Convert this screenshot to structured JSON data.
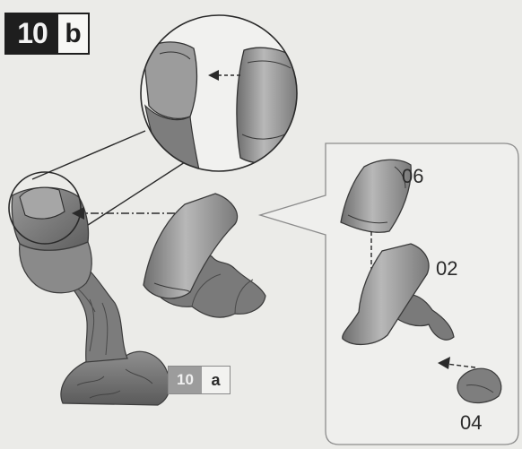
{
  "step_badge": {
    "number": "10",
    "letter": "b"
  },
  "ref_badge": {
    "number": "10",
    "letter": "a"
  },
  "parts": [
    {
      "id": "06"
    },
    {
      "id": "02"
    },
    {
      "id": "04"
    }
  ],
  "colors": {
    "background": "#ebebe8",
    "badge_dark": "#1e1e1e",
    "badge_grey": "#9c9c9c",
    "part_shade": "#8a8a8a",
    "outline": "#555555"
  }
}
